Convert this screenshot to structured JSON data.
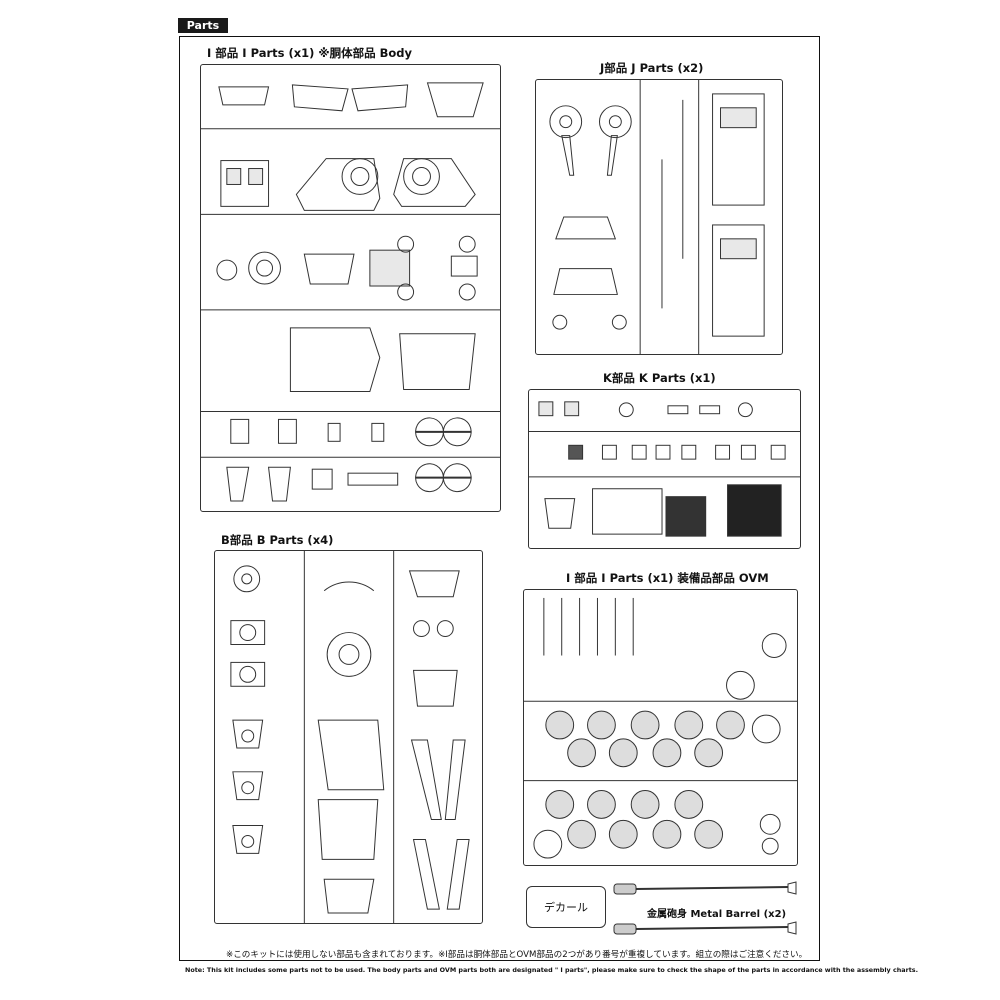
{
  "header": {
    "tab_label": "Parts"
  },
  "sections": {
    "i_body": {
      "title": "I 部品  I Parts (x1) ※胴体部品 Body"
    },
    "j_parts": {
      "title": "J部品 J Parts (x2)"
    },
    "k_parts": {
      "title": "K部品  K Parts (x1)"
    },
    "b_parts": {
      "title": "B部品 B Parts (x4)"
    },
    "i_ovm": {
      "title": "I 部品  I Parts (x1) 装備品部品 OVM"
    }
  },
  "extras": {
    "decal_label": "デカール",
    "barrel_label": "金属砲身  Metal Barrel (x2)"
  },
  "footer": {
    "note_jp": "※このキットには使用しない部品も含まれております。※I部品は胴体部品とOVM部品の2つがあり番号が重複しています。組立の際はご注意ください。",
    "note_en": "Note: This kit includes some parts not to be used.  The body parts and OVM parts both are designated \" I parts\", please make sure to check the shape of the parts in accordance with the assembly charts."
  },
  "colors": {
    "line": "#333333",
    "ink": "#111111",
    "fill": "#e8e8e8",
    "dark": "#222222"
  }
}
